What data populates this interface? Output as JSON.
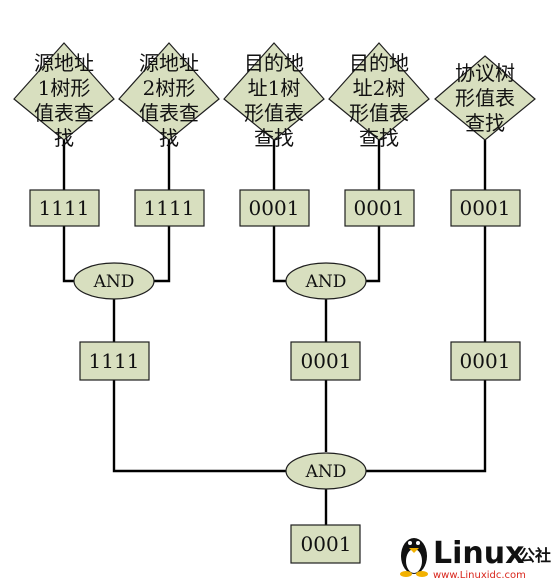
{
  "diagram": {
    "lookups": [
      {
        "lines": [
          "源地址",
          "1树形",
          "值表查",
          "找"
        ]
      },
      {
        "lines": [
          "源地址",
          "2树形",
          "值表查",
          "找"
        ]
      },
      {
        "lines": [
          "目的地",
          "址1树",
          "形值表",
          "查找"
        ]
      },
      {
        "lines": [
          "目的地",
          "址2树",
          "形值表",
          "查找"
        ]
      },
      {
        "lines": [
          "协议树",
          "形值表",
          "查找"
        ]
      }
    ],
    "level1_results": [
      "1111",
      "1111",
      "0001",
      "0001",
      "0001"
    ],
    "and_label": "AND",
    "level2_results": [
      "1111",
      "0001",
      "0001"
    ],
    "final_result": "0001"
  },
  "watermark": {
    "brand": "Linux",
    "suffix": "公社",
    "url": "www.Linuxidc.com"
  },
  "colors": {
    "node_fill": "#d8dfbf",
    "wire": "#000000",
    "logo_red": "#d9261c"
  }
}
